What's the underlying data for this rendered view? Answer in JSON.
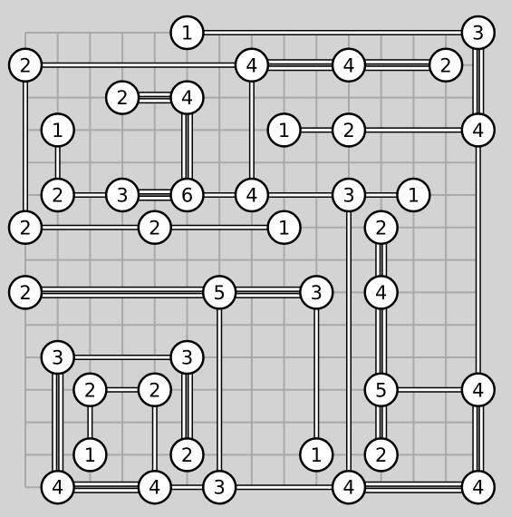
{
  "puzzle": {
    "type": "hashiwokakero",
    "grid_cols": 15,
    "grid_rows": 15,
    "colors": {
      "background": "#d3d3d3",
      "gridline": "#a9a9a9",
      "bridge_fill": "#ffffff",
      "bridge_outline": "#000000",
      "island_fill": "#ffffff",
      "island_border": "#000000",
      "text": "#000000"
    },
    "islands": [
      {
        "id": "a1",
        "col": 5,
        "row": 0,
        "value": "1"
      },
      {
        "id": "a2",
        "col": 14,
        "row": 0,
        "value": "3"
      },
      {
        "id": "b1",
        "col": 0,
        "row": 1,
        "value": "2"
      },
      {
        "id": "b2",
        "col": 7,
        "row": 1,
        "value": "4"
      },
      {
        "id": "b3",
        "col": 10,
        "row": 1,
        "value": "4"
      },
      {
        "id": "b4",
        "col": 13,
        "row": 1,
        "value": "2"
      },
      {
        "id": "c1",
        "col": 3,
        "row": 2,
        "value": "2"
      },
      {
        "id": "c2",
        "col": 5,
        "row": 2,
        "value": "4"
      },
      {
        "id": "d1",
        "col": 1,
        "row": 3,
        "value": "1"
      },
      {
        "id": "d2",
        "col": 8,
        "row": 3,
        "value": "1"
      },
      {
        "id": "d3",
        "col": 10,
        "row": 3,
        "value": "2"
      },
      {
        "id": "d4",
        "col": 14,
        "row": 3,
        "value": "4"
      },
      {
        "id": "e1",
        "col": 1,
        "row": 5,
        "value": "2"
      },
      {
        "id": "e2",
        "col": 3,
        "row": 5,
        "value": "3"
      },
      {
        "id": "e3",
        "col": 5,
        "row": 5,
        "value": "6"
      },
      {
        "id": "e4",
        "col": 7,
        "row": 5,
        "value": "4"
      },
      {
        "id": "e5",
        "col": 10,
        "row": 5,
        "value": "3"
      },
      {
        "id": "e6",
        "col": 12,
        "row": 5,
        "value": "1"
      },
      {
        "id": "f1",
        "col": 0,
        "row": 6,
        "value": "2"
      },
      {
        "id": "f2",
        "col": 4,
        "row": 6,
        "value": "2"
      },
      {
        "id": "f3",
        "col": 8,
        "row": 6,
        "value": "1"
      },
      {
        "id": "f4",
        "col": 11,
        "row": 6,
        "value": "2"
      },
      {
        "id": "g1",
        "col": 0,
        "row": 8,
        "value": "2"
      },
      {
        "id": "g2",
        "col": 6,
        "row": 8,
        "value": "5"
      },
      {
        "id": "g3",
        "col": 9,
        "row": 8,
        "value": "3"
      },
      {
        "id": "g4",
        "col": 11,
        "row": 8,
        "value": "4"
      },
      {
        "id": "h1",
        "col": 1,
        "row": 10,
        "value": "3"
      },
      {
        "id": "h2",
        "col": 5,
        "row": 10,
        "value": "3"
      },
      {
        "id": "i1",
        "col": 2,
        "row": 11,
        "value": "2"
      },
      {
        "id": "i2",
        "col": 4,
        "row": 11,
        "value": "2"
      },
      {
        "id": "i3",
        "col": 11,
        "row": 11,
        "value": "5"
      },
      {
        "id": "i4",
        "col": 14,
        "row": 11,
        "value": "4"
      },
      {
        "id": "j1",
        "col": 2,
        "row": 13,
        "value": "1"
      },
      {
        "id": "j2",
        "col": 5,
        "row": 13,
        "value": "2"
      },
      {
        "id": "j3",
        "col": 9,
        "row": 13,
        "value": "1"
      },
      {
        "id": "j4",
        "col": 11,
        "row": 13,
        "value": "2"
      },
      {
        "id": "k1",
        "col": 1,
        "row": 14,
        "value": "4"
      },
      {
        "id": "k2",
        "col": 4,
        "row": 14,
        "value": "4"
      },
      {
        "id": "k3",
        "col": 6,
        "row": 14,
        "value": "3"
      },
      {
        "id": "k4",
        "col": 10,
        "row": 14,
        "value": "4"
      },
      {
        "id": "k5",
        "col": 14,
        "row": 14,
        "value": "4"
      }
    ],
    "bridges": [
      {
        "from": "a1",
        "to": "a2",
        "count": 1
      },
      {
        "from": "a2",
        "to": "d4",
        "count": 2
      },
      {
        "from": "b1",
        "to": "b2",
        "count": 1
      },
      {
        "from": "b2",
        "to": "b3",
        "count": 2
      },
      {
        "from": "b3",
        "to": "b4",
        "count": 2
      },
      {
        "from": "b2",
        "to": "e4",
        "count": 1
      },
      {
        "from": "b1",
        "to": "f1",
        "count": 1
      },
      {
        "from": "c1",
        "to": "c2",
        "count": 2
      },
      {
        "from": "c2",
        "to": "e3",
        "count": 2
      },
      {
        "from": "d1",
        "to": "e1",
        "count": 1
      },
      {
        "from": "d2",
        "to": "d3",
        "count": 1
      },
      {
        "from": "d3",
        "to": "d4",
        "count": 1
      },
      {
        "from": "d4",
        "to": "i4",
        "count": 1
      },
      {
        "from": "e1",
        "to": "e2",
        "count": 1
      },
      {
        "from": "e2",
        "to": "e3",
        "count": 2
      },
      {
        "from": "e3",
        "to": "e4",
        "count": 1
      },
      {
        "from": "e4",
        "to": "e5",
        "count": 1
      },
      {
        "from": "e5",
        "to": "e6",
        "count": 1
      },
      {
        "from": "e5",
        "to": "k4",
        "count": 1
      },
      {
        "from": "f1",
        "to": "f2",
        "count": 1
      },
      {
        "from": "f2",
        "to": "f3",
        "count": 1
      },
      {
        "from": "f4",
        "to": "g4",
        "count": 2
      },
      {
        "from": "g1",
        "to": "g2",
        "count": 2
      },
      {
        "from": "g2",
        "to": "g3",
        "count": 2
      },
      {
        "from": "g2",
        "to": "k3",
        "count": 1
      },
      {
        "from": "g3",
        "to": "j3",
        "count": 1
      },
      {
        "from": "g4",
        "to": "i3",
        "count": 2
      },
      {
        "from": "h1",
        "to": "h2",
        "count": 1
      },
      {
        "from": "h1",
        "to": "k1",
        "count": 2
      },
      {
        "from": "h2",
        "to": "j2",
        "count": 2
      },
      {
        "from": "i1",
        "to": "i2",
        "count": 1
      },
      {
        "from": "i1",
        "to": "j1",
        "count": 1
      },
      {
        "from": "i2",
        "to": "k2",
        "count": 1
      },
      {
        "from": "i3",
        "to": "i4",
        "count": 1
      },
      {
        "from": "i3",
        "to": "j4",
        "count": 2
      },
      {
        "from": "i4",
        "to": "k5",
        "count": 2
      },
      {
        "from": "k1",
        "to": "k2",
        "count": 2
      },
      {
        "from": "k2",
        "to": "k3",
        "count": 1
      },
      {
        "from": "k3",
        "to": "k4",
        "count": 1
      },
      {
        "from": "k4",
        "to": "k5",
        "count": 2
      }
    ]
  }
}
